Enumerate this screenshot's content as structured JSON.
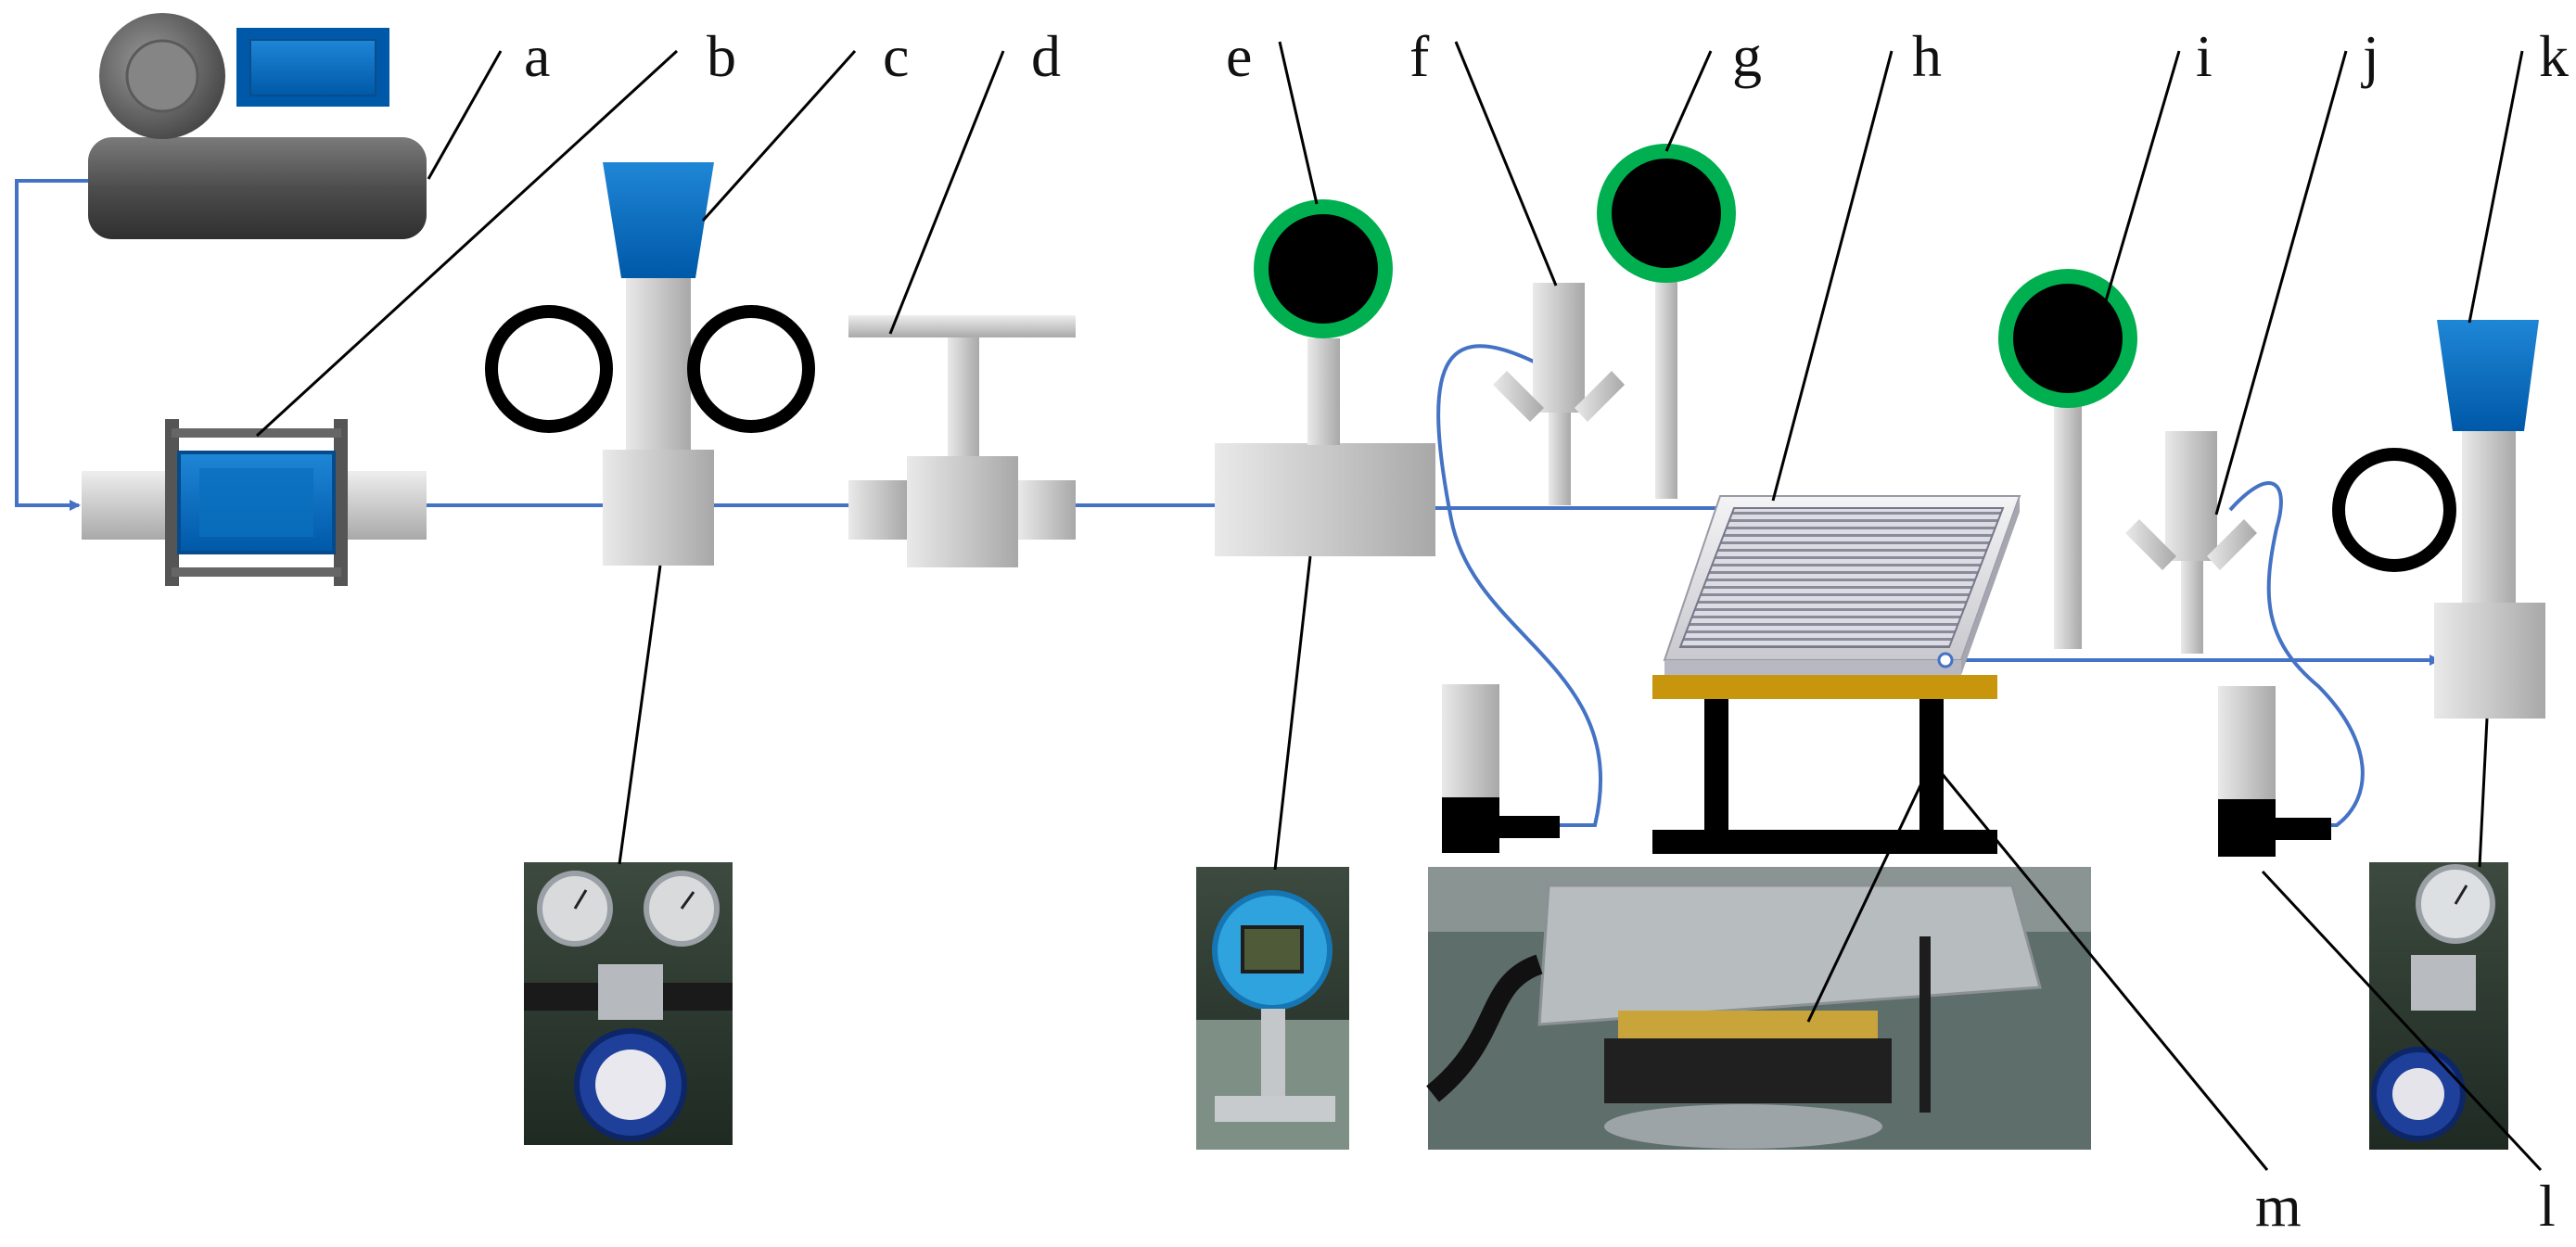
{
  "diagram": {
    "labels": {
      "a": "a",
      "b": "b",
      "c": "c",
      "d": "d",
      "e": "e",
      "f": "f",
      "g": "g",
      "h": "h",
      "i": "i",
      "j": "j",
      "k": "k",
      "l": "l",
      "m": "m"
    },
    "colors": {
      "pipe": "#4472c4",
      "gauge_ring": "#00b050",
      "blue_part": "#0070c0",
      "bracket": "#c8960c",
      "frame": "#000000",
      "gray_body": "#c8c8c8",
      "compressor_body": "#555555"
    }
  }
}
